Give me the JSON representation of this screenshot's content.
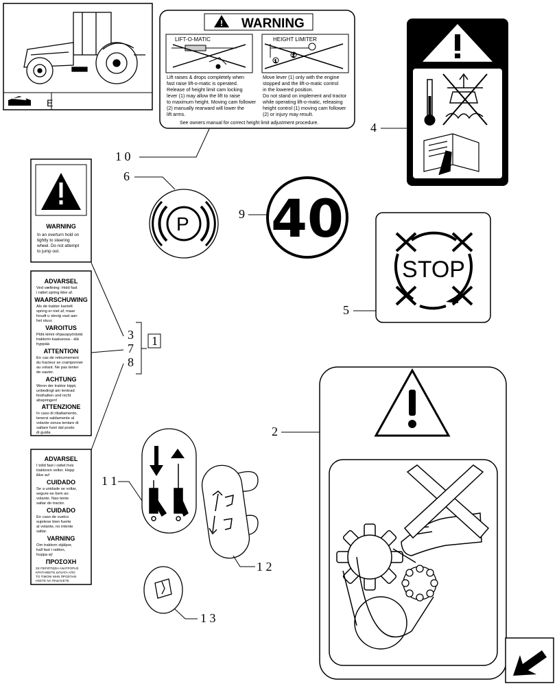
{
  "callouts": {
    "c10": "1 0",
    "c4": "4",
    "c6": "6",
    "c9": "9",
    "c5": "5",
    "c3": "3",
    "c7": "7",
    "c8": "8",
    "box1": "1",
    "c2": "2",
    "c11": "1 1",
    "c12": "1 2",
    "c13": "1 3"
  },
  "thumbnail": {
    "suffix": "E"
  },
  "warning_decal": {
    "header": "WARNING",
    "left_title": "LIFT-O-MATIC",
    "right_title": "HEIGHT LIMITER",
    "left_text": [
      "Lift raises & drops completely when",
      "fast raise lift-o-matic is operated.",
      "Release of height limit cam locking",
      "lever (1) may allow the lift to raise",
      "to maximum height. Moving cam follower",
      "(2) manually rearward will lower the",
      "lift arms."
    ],
    "right_text": [
      "Move lever (1) only with the engine",
      "stopped and the lift-o-matic control",
      "in the lowered position.",
      "Do not stand on implement and tractor",
      "while operating lift-o-matic, releasing",
      "height control (1) moving cam follower",
      "(2) or injury may result."
    ],
    "footer": "See owners manual for correct height limit adjustment procedure."
  },
  "parking_symbol": "P",
  "speed_value": "40",
  "stop_text": "STOP",
  "rollover_warning": {
    "title": "WARNING",
    "lines": [
      "In an overturn hold on",
      "tightly to steering",
      "wheel. Do not attempt",
      "to jump out."
    ]
  },
  "multilang_a": [
    {
      "title": "ADVARSEL",
      "lines": [
        "Ved væltning: Hold fast",
        "i rattet spring ikke af."
      ]
    },
    {
      "title": "WAARSCHUWING",
      "lines": [
        "Als de traktor kantelt",
        "spring er niet af, maar",
        "houdt u stevig vast aan",
        "het stuur."
      ]
    },
    {
      "title": "VAROITUS",
      "lines": [
        "Pidä kiinni ohjauspyörästä",
        "traktorin kaatuessa - älä",
        "hyppää"
      ]
    },
    {
      "title": "ATTENTION",
      "lines": [
        "En cas de retournement",
        "du tracteur se cramponner",
        "au volant. Ne pas tenter",
        "de sauter."
      ]
    },
    {
      "title": "ACHTUNG",
      "lines": [
        "Wenn der traktor kippt,",
        "unbedingt am lenkrad",
        "festhalten und nicht",
        "abspringen!"
      ]
    },
    {
      "title": "ATTENZIONE",
      "lines": [
        "In caso di ribaltamento,",
        "tenersi saldamente al",
        "volante senza tentare di",
        "saltare fuori dal posto",
        "di guida."
      ]
    }
  ],
  "multilang_b": [
    {
      "title": "ADVARSEL",
      "lines": [
        "I tolld fast i rattet hvis",
        "traktoren velter. Hopp",
        "ikke av!"
      ]
    },
    {
      "title": "CUIDADO",
      "lines": [
        "Se a unidade se voltar,",
        "segure-se bem ao",
        "volante. Nao tente",
        "saltar do tractor."
      ]
    },
    {
      "title": "CUIDADO",
      "lines": [
        "En caso de vuelco",
        "sujetese bien fuerte",
        "al volante, no intente",
        "saltar."
      ]
    },
    {
      "title": "VARNING",
      "lines": [
        "Om traktorn stjälpor,",
        "hall fast i rattion,",
        "hoppa ej!"
      ]
    },
    {
      "title": "ΠΡΟΣΟΧΗ",
      "lines": [
        "ΣΕ ΠΕΡΙΠΤΩΣΗ ΑΝΑΤΡΟΠΗΣ",
        "ΚΡΑΤΗΘΕΙΤΕ ΔΥΝΑΤΑ ΑΠΟ",
        "ΤΟ ΤΙΜΟΝΙ ΜΗΝ ΠΡΟΣΠΑΘ",
        "ΗΣΕΤΕ ΝΑ ΠΗΔΗΞΕΤΕ"
      ]
    }
  ]
}
